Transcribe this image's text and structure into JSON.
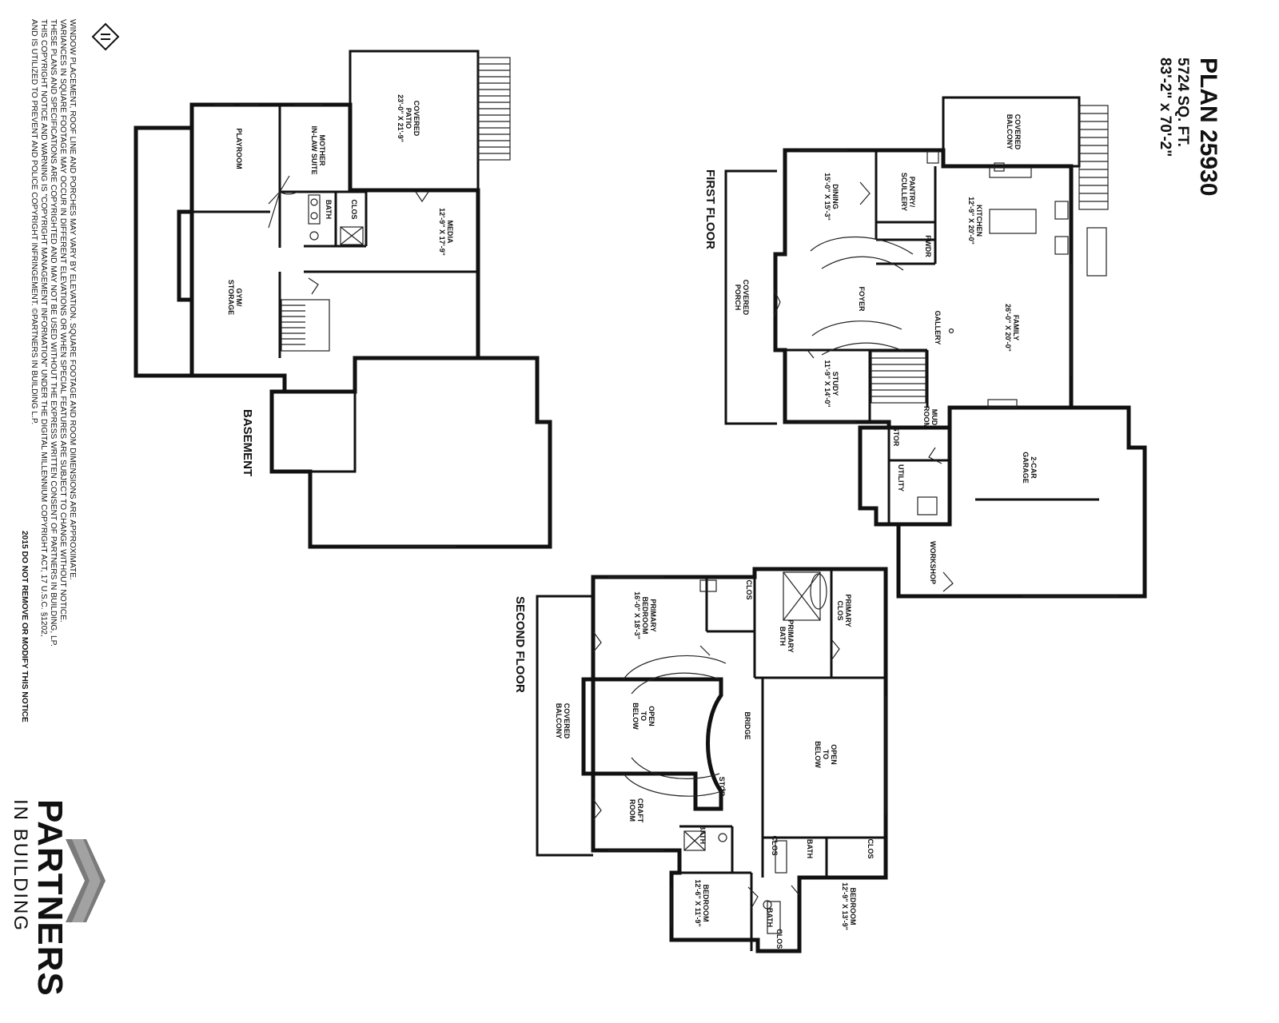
{
  "title": {
    "plan": "PLAN 25930",
    "sqft": "5724 SQ. FT.",
    "dims": "83'-2\" x 70'-2\""
  },
  "floors": {
    "basement": "BASEMENT",
    "first": "FIRST FLOOR",
    "second": "SECOND FLOOR"
  },
  "rooms": {
    "basement": {
      "patio": [
        "COVERED",
        "PATIO",
        "23'-0\" X 21'-9\""
      ],
      "mother": [
        "MOTHER",
        "IN-LAW SUITE"
      ],
      "playroom": [
        "PLAYROOM"
      ],
      "bath": [
        "BATH"
      ],
      "clos": [
        "CLOS"
      ],
      "media": [
        "MEDIA",
        "12'-9\" X 17'-9\""
      ],
      "gym": [
        "GYM/",
        "STORAGE"
      ]
    },
    "first": {
      "balcony": [
        "COVERED",
        "BALCONY"
      ],
      "dining": [
        "DINING",
        "15'-0\" X 15'-3\""
      ],
      "pantry": [
        "PANTRY/",
        "SCULLERY"
      ],
      "kitchen": [
        "KITCHEN",
        "12'-9\" X 20'-0\""
      ],
      "pwdr": [
        "PWDR"
      ],
      "porch": [
        "COVERED",
        "PORCH"
      ],
      "foyer": [
        "FOYER"
      ],
      "gallery": [
        "GALLERY"
      ],
      "family": [
        "FAMILY",
        "26'-0\" X 20'-0\""
      ],
      "study": [
        "STUDY",
        "11'-9\" X 14'-0\""
      ],
      "mud": [
        "MUD",
        "ROOM"
      ],
      "stor": [
        "STOR"
      ],
      "utility": [
        "UTILITY"
      ],
      "garage": [
        "2-CAR",
        "GARAGE"
      ],
      "workshop": [
        "WORKSHOP"
      ]
    },
    "second": {
      "primary_bedroom": [
        "PRIMARY",
        "BEDROOM",
        "16'-0\" X 18'-3\""
      ],
      "clos_a": [
        "CLOS"
      ],
      "primary_bath": [
        "PRIMARY",
        "BATH"
      ],
      "primary_clos": [
        "PRIMARY",
        "CLOS"
      ],
      "open_below_a": [
        "OPEN",
        "TO",
        "BELOW"
      ],
      "bridge": [
        "BRIDGE"
      ],
      "open_below_b": [
        "OPEN",
        "TO",
        "BELOW"
      ],
      "balcony": [
        "COVERED",
        "BALCONY"
      ],
      "stor": [
        "STOR"
      ],
      "craft": [
        "CRAFT",
        "ROOM"
      ],
      "bath_a": [
        "BATH"
      ],
      "clos_b": [
        "CLOS"
      ],
      "bath_b": [
        "BATH"
      ],
      "clos_c": [
        "CLOS"
      ],
      "bedroom_a": [
        "BEDROOM",
        "12'-6\" X 11'-9\""
      ],
      "bath_c": [
        "BATH"
      ],
      "clos_d": [
        "CLOS."
      ],
      "bedroom_b": [
        "BEDROOM",
        "12'-9\" X 13'-9\""
      ]
    }
  },
  "disclaimer": [
    "WINDOW PLACEMENT, ROOF LINE AND PORCHES MAY VARY BY ELEVATION. SQUARE FOOTAGE AND ROOM DIMENSIONS ARE APPROXIMATE.",
    "VARIANCES IN SQUARE FOOTAGE MAY OCCUR IN DIFFERENT ELEVATIONS OR WHEN SPECIAL FEATURES ARE SUBJECT TO CHANGE WITHOUT NOTICE.",
    "THESE PLANS AND SPECIFICATIONS ARE COPYRIGHTED AND MAY NOT BE USED WITHOUT THE EXPRESS WRITTEN CONSENT OF PARTNERS IN BUILDING, LP.",
    "THIS COPYRIGHT NOTICE AND WARNING IS \"COPYRIGHT MANAGEMENT INFORMATION\" UNDER THE DIGITAL MILLENNIUM COPYRIGHT ACT, 17 U.S.C. §1202,",
    "AND IS UTILIZED TO PREVENT AND POLICE COPYRIGHT INFRINGEMENT. ©PARTNERS IN BUILDING L.P.",
    "2015    DO NOT REMOVE OR MODIFY THIS NOTICE"
  ],
  "logo": {
    "big": "PARTNERS",
    "small": "IN BUILDING",
    "housing_icon": "equal-housing-icon",
    "chevron_icon": "chevron-logo-icon"
  }
}
